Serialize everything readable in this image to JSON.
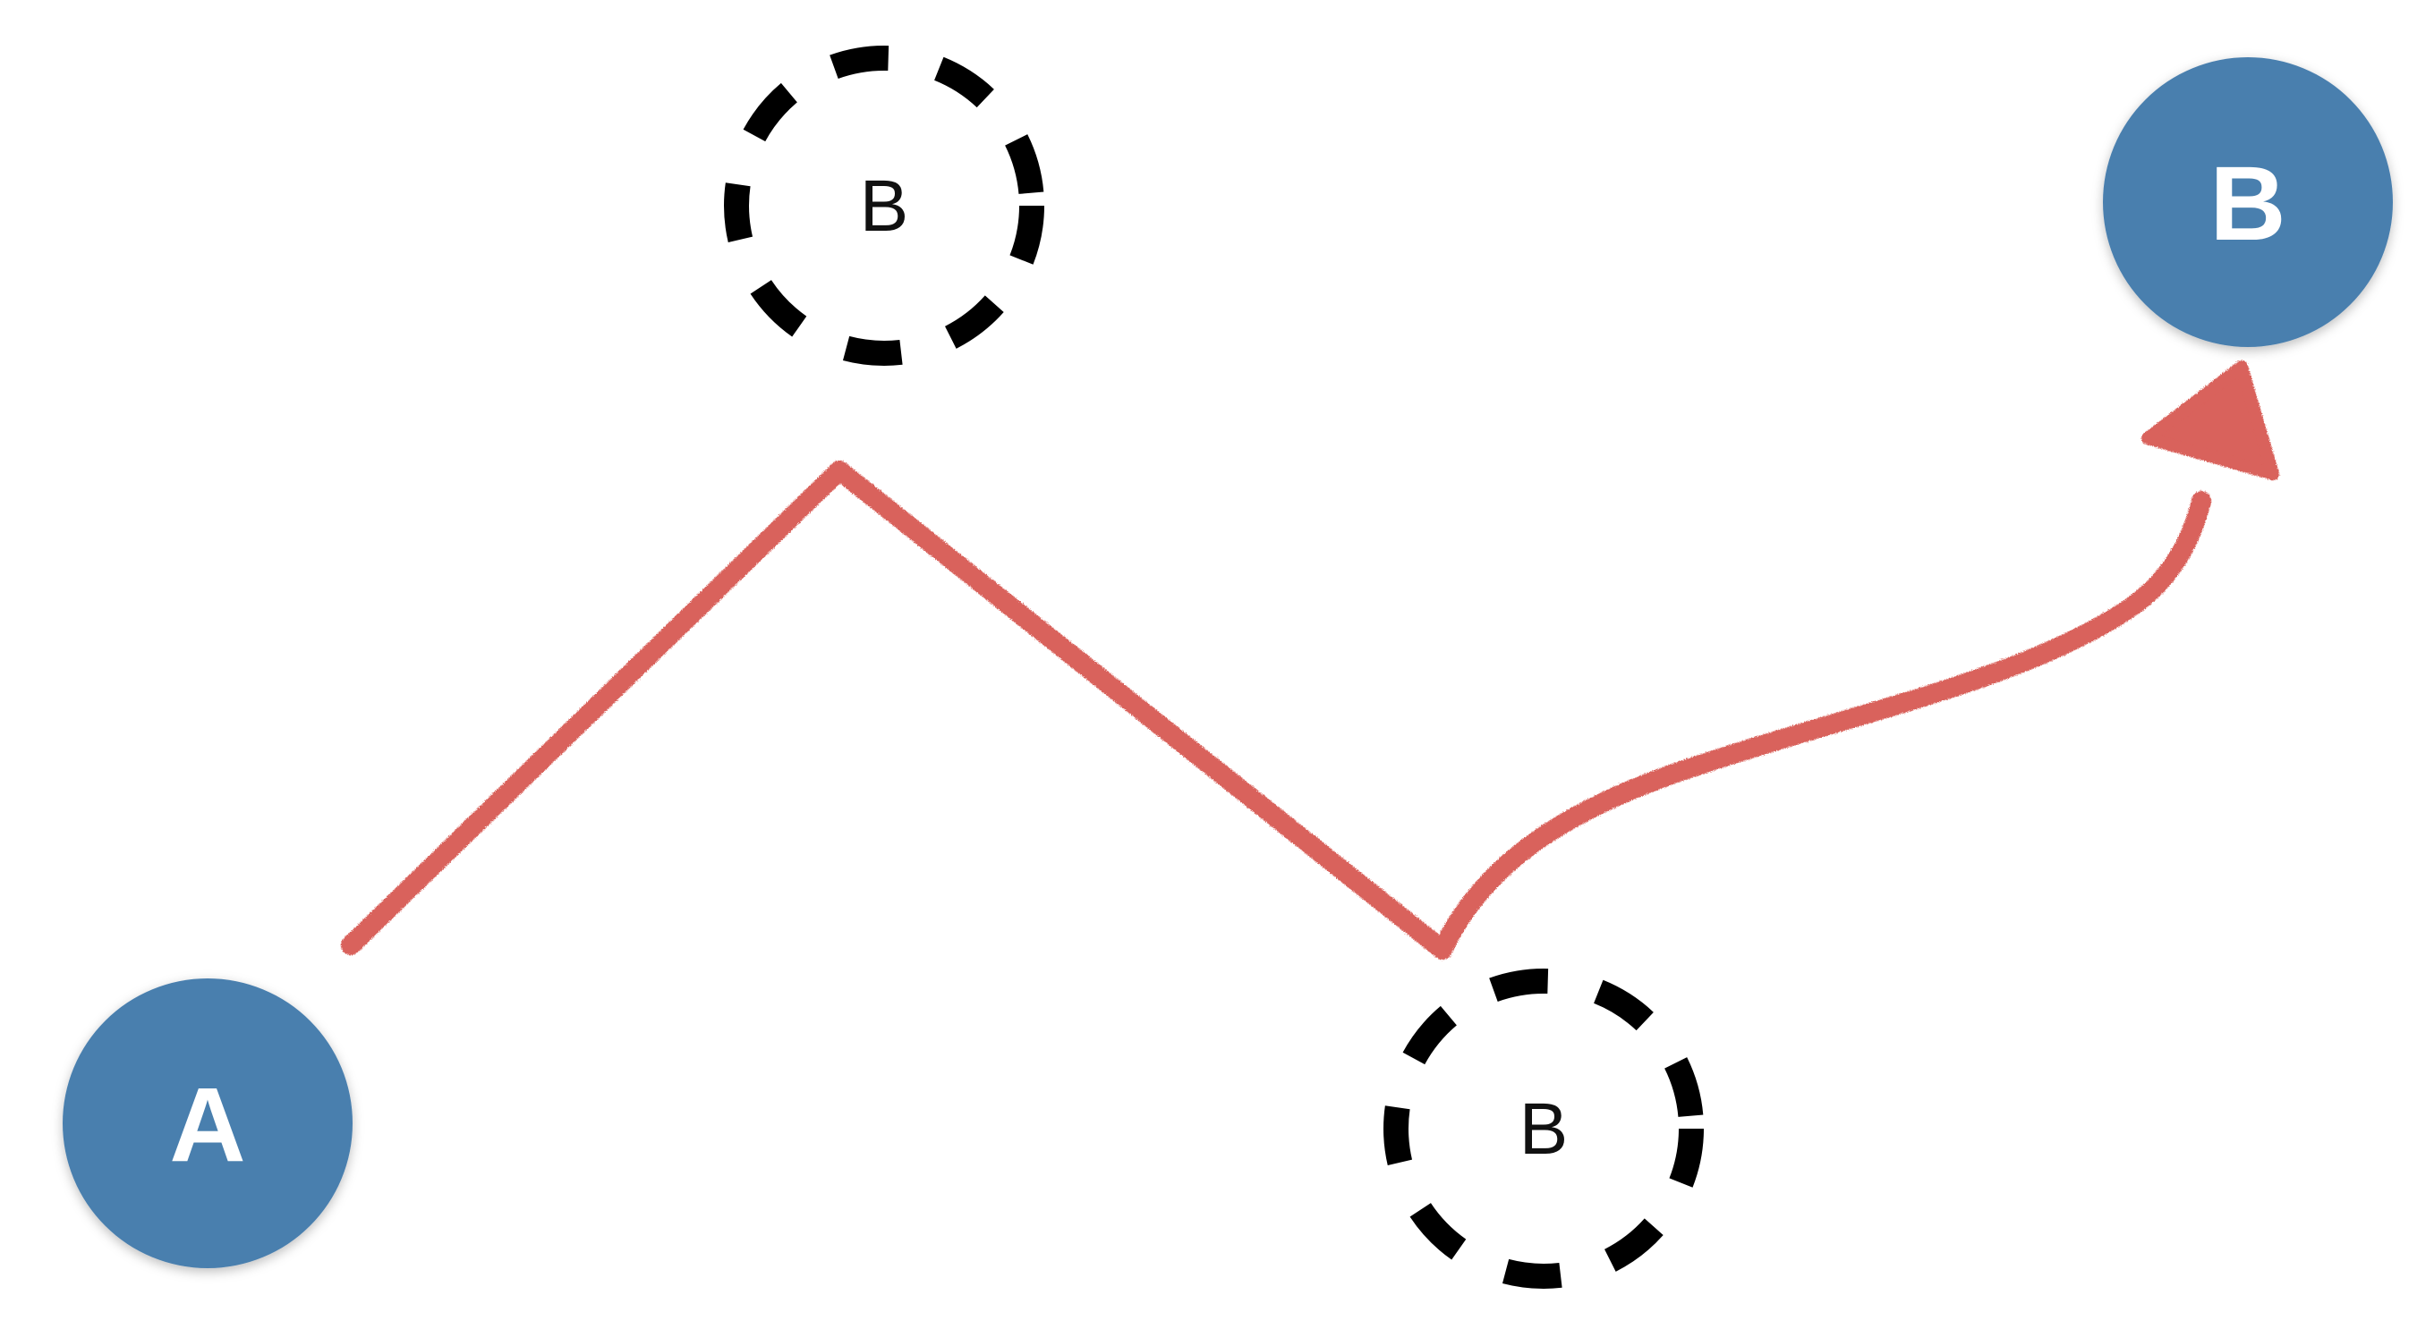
{
  "colors": {
    "node_fill": "#4a7fae",
    "node_text": "#ffffff",
    "path_stroke": "#d9625b",
    "dashed_outline": "#000000",
    "background": "#ffffff"
  },
  "nodes": {
    "start": {
      "label": "A"
    },
    "end": {
      "label": "B"
    },
    "intermediate_upper": {
      "label": "B"
    },
    "intermediate_lower": {
      "label": "B"
    }
  },
  "path": {
    "style": "hand-drawn arrow",
    "description_segments": [
      "up",
      "down",
      "curve up to end"
    ]
  }
}
